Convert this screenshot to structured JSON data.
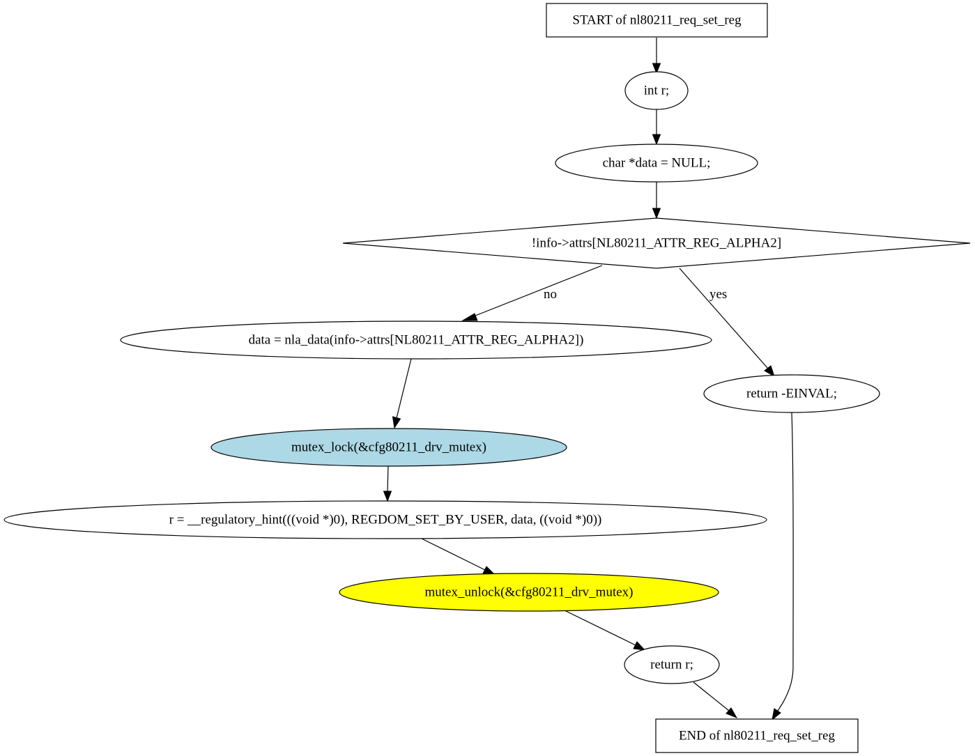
{
  "flowchart": {
    "nodes": {
      "start": {
        "label": "START of nl80211_req_set_reg"
      },
      "decl_r": {
        "label": "int r;"
      },
      "decl_data": {
        "label": "char *data = NULL;"
      },
      "cond_alpha2": {
        "label": "!info->attrs[NL80211_ATTR_REG_ALPHA2]"
      },
      "assign_data": {
        "label": "data = nla_data(info->attrs[NL80211_ATTR_REG_ALPHA2])"
      },
      "ret_einval": {
        "label": "return -EINVAL;"
      },
      "mutex_lock": {
        "label": "mutex_lock(&cfg80211_drv_mutex)",
        "fill": "#add8e6"
      },
      "reg_hint": {
        "label": "r = __regulatory_hint(((void *)0), REGDOM_SET_BY_USER, data, ((void *)0))"
      },
      "mutex_unlock": {
        "label": "mutex_unlock(&cfg80211_drv_mutex)",
        "fill": "#ffff00"
      },
      "ret_r": {
        "label": "return r;"
      },
      "end": {
        "label": "END of nl80211_req_set_reg"
      }
    },
    "edges": {
      "no_label": "no",
      "yes_label": "yes"
    }
  }
}
